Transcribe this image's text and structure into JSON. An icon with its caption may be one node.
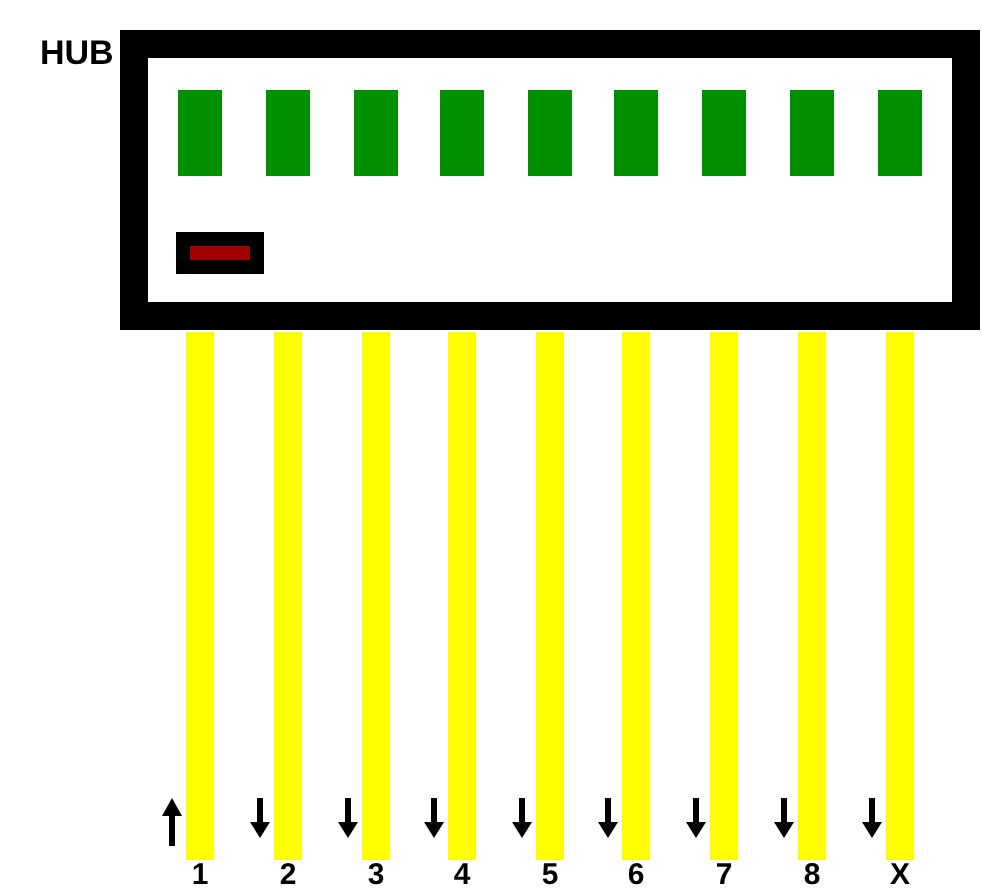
{
  "diagram": {
    "nodes": [
      {
        "text": [
          "HUB"
        ]
      }
    ],
    "labels": [
      "1",
      "2",
      "3",
      "4",
      "5",
      "6",
      "7",
      "8",
      "X"
    ]
  }
}
